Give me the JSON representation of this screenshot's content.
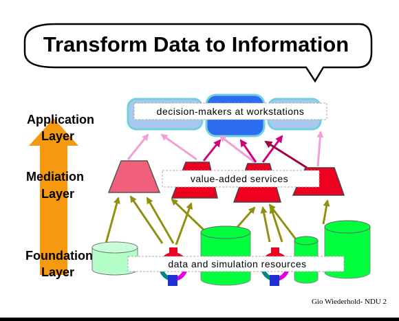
{
  "title": "Transform Data to Information",
  "layers": {
    "application": [
      "Application",
      "Layer"
    ],
    "mediation": [
      "Mediation",
      "Layer"
    ],
    "foundation": [
      "Foundation",
      "Layer"
    ]
  },
  "boxes": {
    "workstations": "decision-makers at workstations",
    "services": "value-added services",
    "resources": "data and simulation resources"
  },
  "credit": "Gio Wiederhold- NDU 2",
  "colors": {
    "workstation_light": "#a9c8f0",
    "workstation_dark": "#2b6cf0",
    "workstation_border": "#6fd0e0",
    "mediator_pink": "#f0607a",
    "mediator_red": "#f00020",
    "database_green": "#00ff3c",
    "database_light": "#b4ffc8",
    "arrow_orange": "#f59a10",
    "arrow_olive": "#909010",
    "arrow_pink": "#f0a0d8",
    "arrow_magenta": "#d0007a",
    "arrow_maroon": "#a00040"
  }
}
